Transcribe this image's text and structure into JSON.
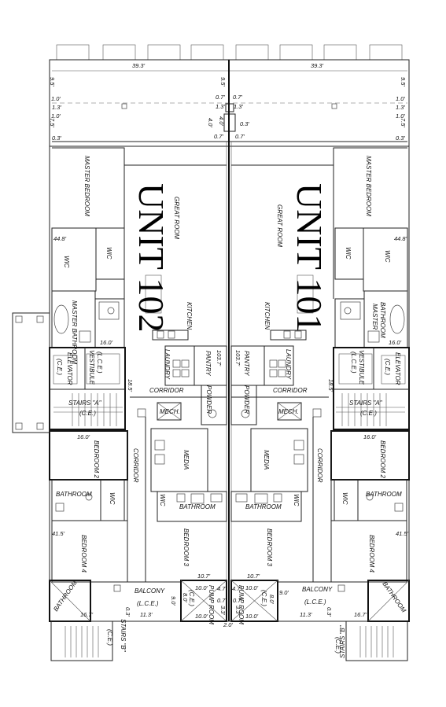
{
  "units": {
    "left": "UNIT 102",
    "right": "UNIT 101"
  },
  "rooms": {
    "master_bedroom": "MASTER BEDROOM",
    "great_room": "GREAT ROOM",
    "wic": "WIC",
    "master_bathroom_left": "MASTER BATHROOM",
    "master_bathroom_right_a": "BATHROOM",
    "master_bathroom_right_b": "MASTER",
    "kitchen": "KITCHEN",
    "laundry": "LAUNDRY",
    "pantry": "PANTRY",
    "vestibule": "VESTIBULE",
    "lce": "(L.C.E.)",
    "ce": "(C.E.)",
    "elevator": "ELEVATOR",
    "corridor": "CORRIDOR",
    "powder": "POWDER",
    "mech": "MECH.",
    "stairs_a": "STAIRS \"A\"",
    "bedroom_2": "BEDROOM 2",
    "media": "MEDIA",
    "bathroom": "BATHROOM",
    "bedroom_3": "BEDROOM 3",
    "bedroom_4": "BEDROOM 4",
    "balcony": "BALCONY",
    "pump_room": "PUMP ROOM",
    "stairs_b": "STAIRS \"B\""
  },
  "dimensions": {
    "d39_3": "39.3'",
    "d9_5": "9.5'",
    "d0_7": "0.7'",
    "d1_0": "1.0'",
    "d1_3": "1.3'",
    "d7_5": "7.5'",
    "d0_3": "0.3'",
    "d4_0": "4.0'",
    "d44_8": "44.8'",
    "d16_0": "16.0'",
    "d103_7": "103.7'",
    "d18_5": "18.5'",
    "d41_5": "41.5'",
    "d10_7": "10.7'",
    "d10_0": "10.0'",
    "d4_7": "4.7'",
    "d8_0": "8.0'",
    "d9_0": "9.0'",
    "d3_3": "3.3'",
    "d16_7": "16.7'",
    "d11_3": "11.3'",
    "d2_0": "2.0'"
  }
}
